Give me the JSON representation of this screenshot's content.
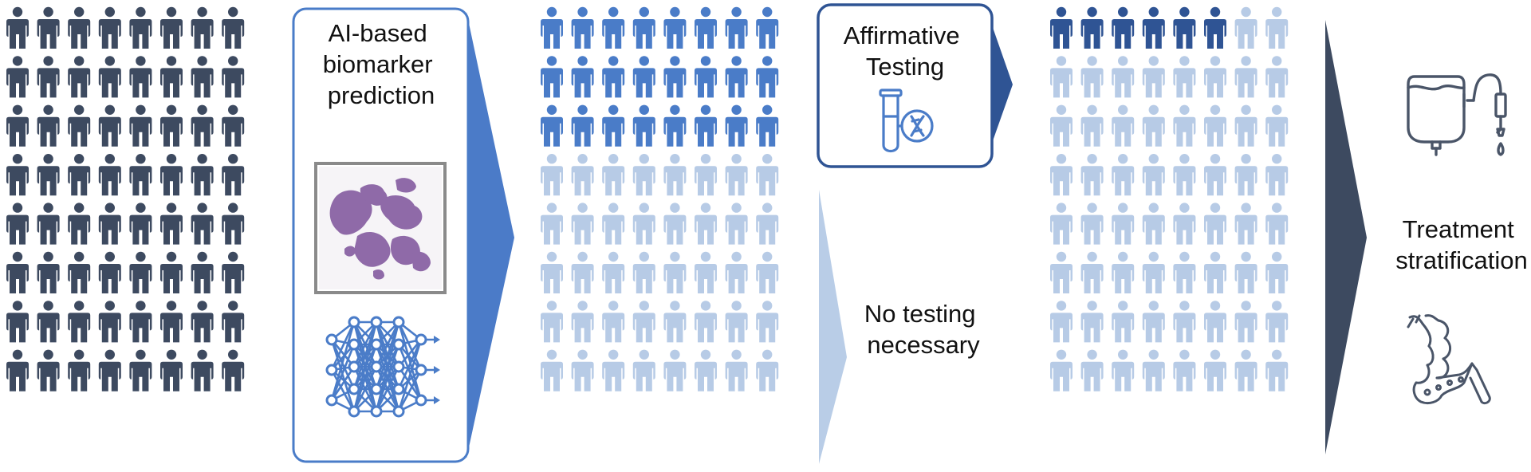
{
  "colors": {
    "all_patients": "#3d4a60",
    "positive": "#4a7cc8",
    "negative": "#b7cbe6",
    "confirmed": "#2f5494",
    "panel_border": "#4a7cc8",
    "testing_border": "#2f5494",
    "arrow_ai": "#4b7bc8",
    "arrow_testing": "#2f5494",
    "arrow_no_testing": "#b9cde7",
    "arrow_final": "#3d4a60",
    "icon_stroke": "#4a5568",
    "network": "#4a7cc8",
    "tissue": "#8f6aa8"
  },
  "groups": [
    {
      "id": "all",
      "rows": [
        "DDDDDDDD",
        "DDDDDDDD",
        "DDDDDDDD",
        "DDDDDDDD",
        "DDDDDDDD",
        "DDDDDDDD",
        "DDDDDDDD",
        "DDDDDDDD"
      ]
    },
    {
      "id": "predicted",
      "rows": [
        "BBBBBBBB",
        "BBBBBBBB",
        "BBBBBBBB",
        "LLLLLLLL",
        "LLLLLLLL",
        "LLLLLLLL",
        "LLLLLLLL",
        "LLLLLLLL"
      ]
    },
    {
      "id": "confirmed",
      "rows": [
        "CCCCCCLL",
        "LLLLLLLL",
        "LLLLLLLL",
        "LLLLLLLL",
        "LLLLLLLL",
        "LLLLLLLL",
        "LLLLLLLL",
        "LLLLLLLL"
      ]
    }
  ],
  "ai_panel": {
    "title_lines": [
      "AI-based",
      "biomarker",
      "prediction"
    ],
    "image_icon": "histology-slide-icon",
    "model_icon": "neural-network-icon"
  },
  "testing_box": {
    "title_lines": [
      "Affirmative",
      "Testing"
    ],
    "icon": "test-tube-dna-icon"
  },
  "no_testing": {
    "lines": [
      "No testing",
      "necessary"
    ]
  },
  "treatment": {
    "lines": [
      "Treatment",
      "stratification"
    ],
    "icons": [
      "iv-drip-icon",
      "colon-icon"
    ]
  }
}
